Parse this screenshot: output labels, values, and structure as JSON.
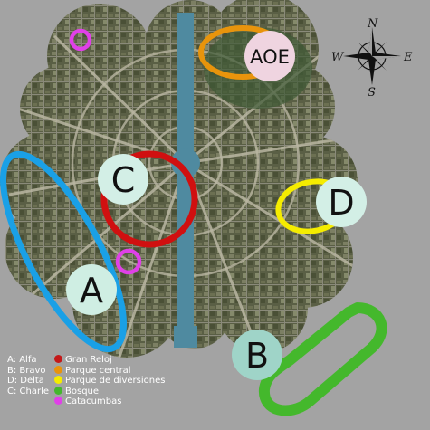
{
  "map": {
    "center_label": "",
    "compass": {
      "north": "N",
      "east": "E",
      "south": "S",
      "west": "W"
    },
    "zones": [
      {
        "id": "A",
        "label": "A",
        "circle_color": "#cfeee3"
      },
      {
        "id": "B",
        "label": "B",
        "circle_color": "#9fd4c8"
      },
      {
        "id": "C",
        "label": "C",
        "circle_color": "#d3efe6"
      },
      {
        "id": "D",
        "label": "D",
        "circle_color": "#d3efe6"
      },
      {
        "id": "AOE",
        "label": "AOE",
        "circle_color": "#efd4e0"
      }
    ],
    "colors": {
      "blue_zone": "#1aa0e6",
      "red_zone": "#d01010",
      "orange_zone": "#e8940c",
      "yellow_zone": "#f5ec00",
      "green_zone": "#44b82c",
      "magenta_zone": "#e040e8",
      "canal": "#4f8aa0"
    }
  },
  "legend": {
    "rows": [
      {
        "key": "A: Alfa",
        "dot_color": "#c41818",
        "value": "Gran Reloj"
      },
      {
        "key": "B: Bravo",
        "dot_color": "#e8940c",
        "value": "Parque central"
      },
      {
        "key": "D: Delta",
        "dot_color": "#f5ec00",
        "value": "Parque de diversiones"
      },
      {
        "key": "C: Charle",
        "dot_color": "#44b82c",
        "value": "Bosque"
      },
      {
        "key": "",
        "dot_color": "#e040e8",
        "value": "Catacumbas"
      }
    ]
  }
}
